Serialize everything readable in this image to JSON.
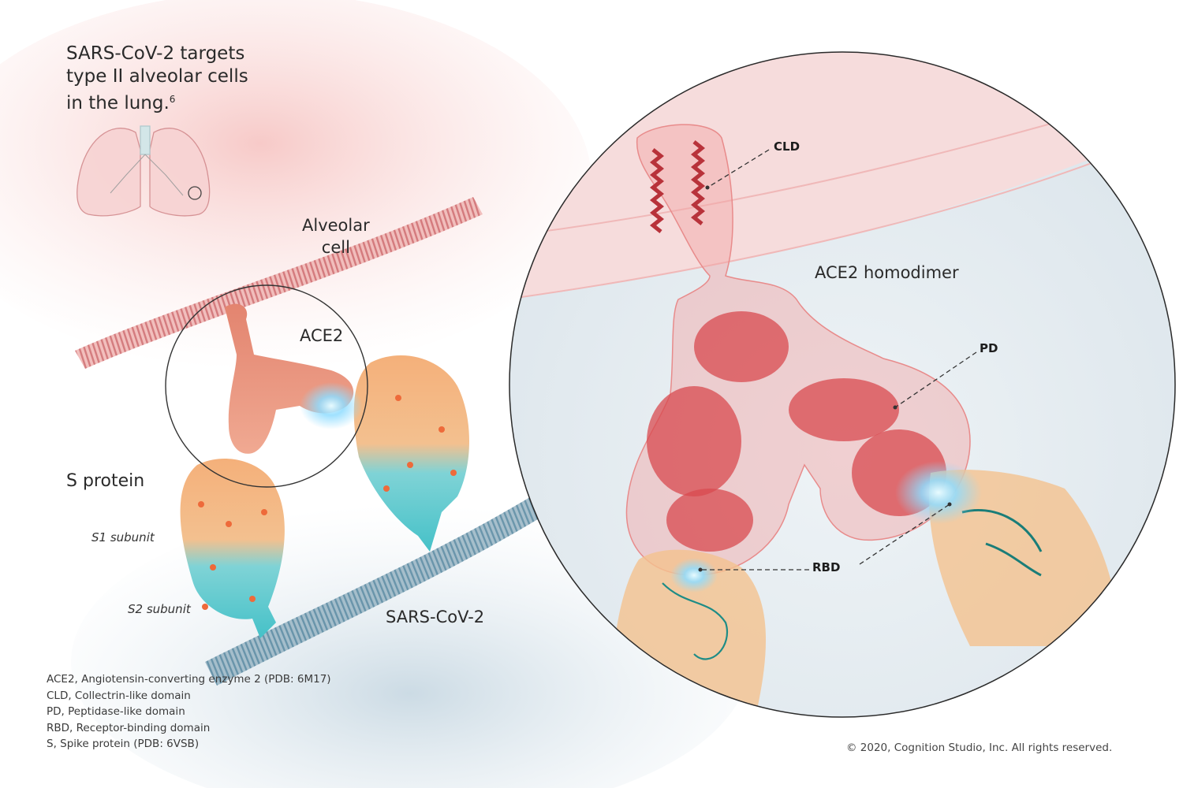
{
  "title": "SARS-CoV-2 targets\ntype II alveolar cells\nin the lung.",
  "title_footnote": "6",
  "labels": {
    "alveolar_cell": "Alveolar\ncell",
    "ace2": "ACE2",
    "s_protein": "S protein",
    "s1_subunit": "S1 subunit",
    "s2_subunit": "S2 subunit",
    "sars_cov_2": "SARS-CoV-2",
    "ace2_homodimer": "ACE2 homodimer",
    "cld": "CLD",
    "pd": "PD",
    "rbd": "RBD"
  },
  "legend": [
    "ACE2, Angiotensin-converting enzyme 2 (PDB: 6M17)",
    "CLD, Collectrin-like domain",
    "PD, Peptidase-like domain",
    "RBD, Receptor-binding domain",
    "S, Spike protein (PDB: 6VSB)"
  ],
  "copyright": "© 2020, Cognition Studio, Inc. All rights reserved.",
  "colors": {
    "cell_membrane": "#d9747a",
    "virus_membrane": "#5f8fa6",
    "ace2_protein": "#d9534f",
    "s1_subunit": "#f2a464",
    "s2_subunit": "#56c9cf",
    "binding_glow": "#8fd8ff"
  }
}
